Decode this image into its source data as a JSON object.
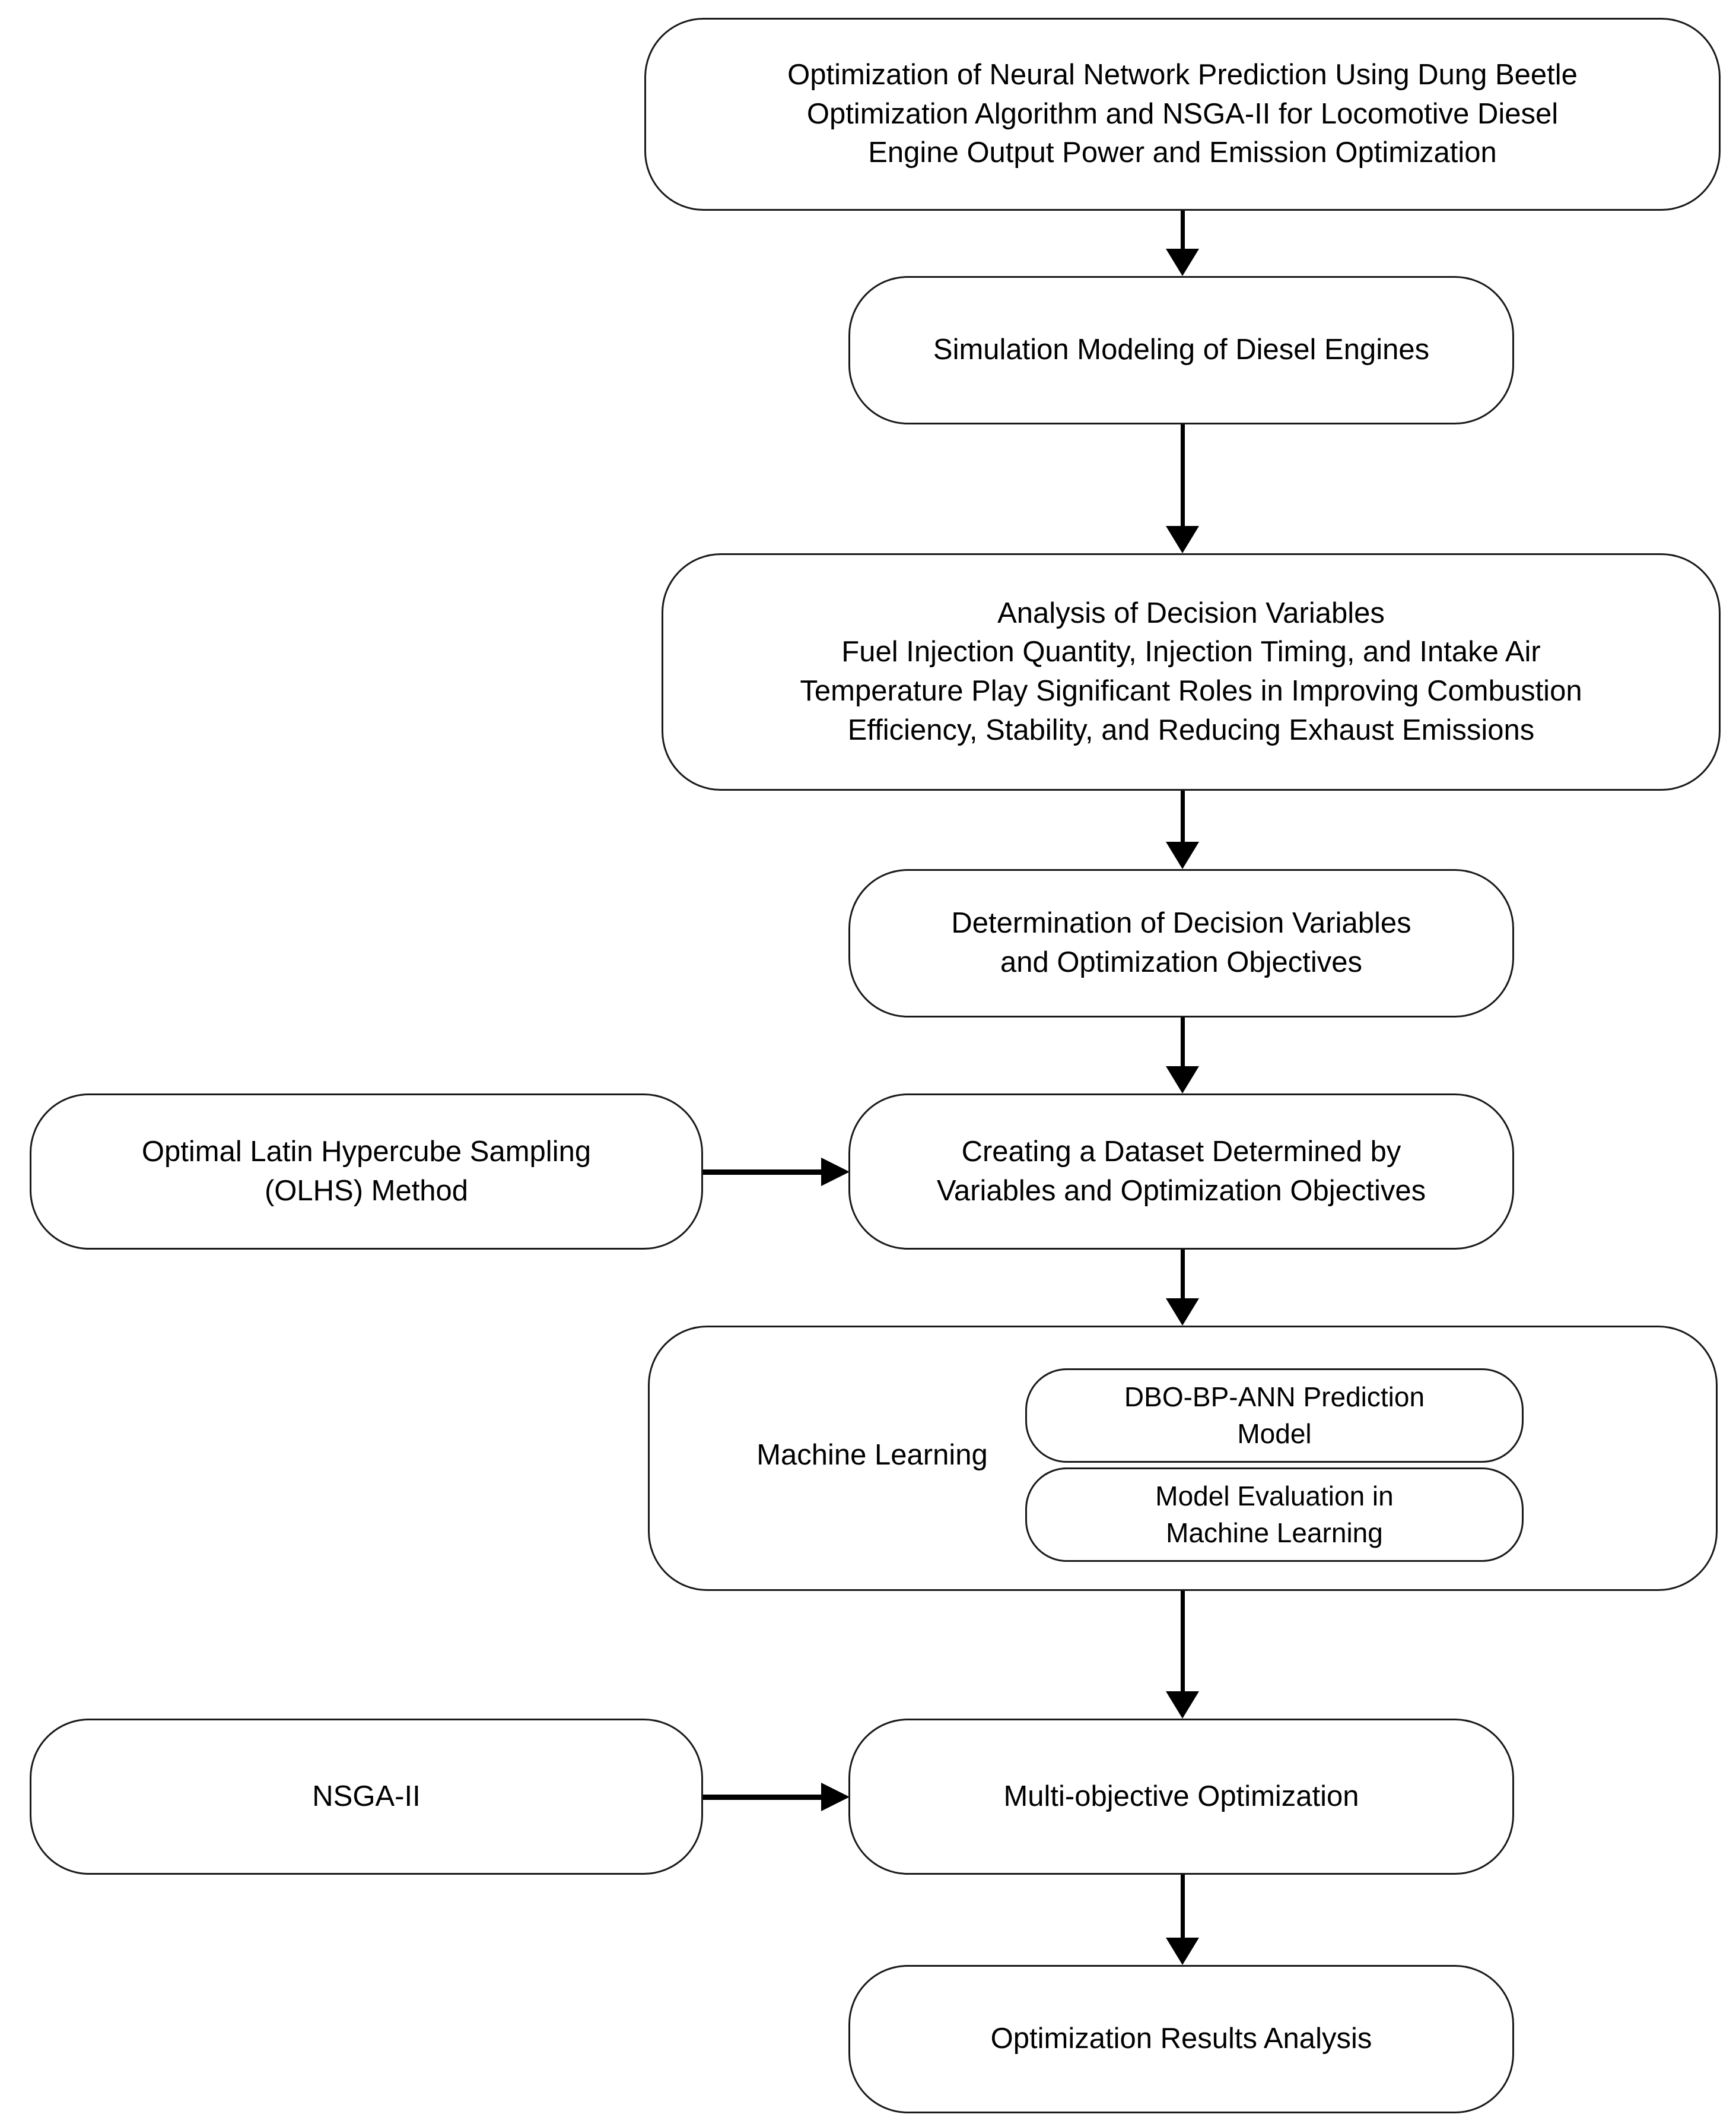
{
  "diagram": {
    "title_node": {
      "label": "Optimization of Neural Network Prediction Using Dung Beetle\nOptimization Algorithm and NSGA-II for Locomotive Diesel\nEngine Output Power and Emission Optimization"
    },
    "nodes": [
      {
        "id": "simulation-modeling",
        "label": "Simulation Modeling of Diesel Engines"
      },
      {
        "id": "analysis-decision-variables",
        "label": "Analysis of Decision Variables\nFuel Injection Quantity, Injection Timing, and Intake Air\nTemperature Play Significant Roles in Improving Combustion\nEfficiency, Stability, and Reducing Exhaust Emissions"
      },
      {
        "id": "determination-decision-variables",
        "label": "Determination of Decision Variables\nand Optimization Objectives"
      },
      {
        "id": "olhs-method",
        "label": "Optimal Latin Hypercube Sampling\n(OLHS) Method"
      },
      {
        "id": "creating-dataset",
        "label": "Creating a Dataset Determined by\nVariables and Optimization Objectives"
      },
      {
        "id": "machine-learning",
        "label": "Machine Learning"
      },
      {
        "id": "dbo-bp-ann",
        "label": "DBO-BP-ANN Prediction\nModel"
      },
      {
        "id": "model-evaluation",
        "label": "Model Evaluation in\nMachine Learning"
      },
      {
        "id": "nsga-ii",
        "label": "NSGA-II"
      },
      {
        "id": "multi-objective-optimization",
        "label": "Multi-objective Optimization"
      },
      {
        "id": "optimization-results",
        "label": "Optimization Results Analysis"
      }
    ],
    "edges": [
      {
        "from": "title-node",
        "to": "simulation-modeling",
        "direction": "down"
      },
      {
        "from": "simulation-modeling",
        "to": "analysis-decision-variables",
        "direction": "down"
      },
      {
        "from": "analysis-decision-variables",
        "to": "determination-decision-variables",
        "direction": "down"
      },
      {
        "from": "determination-decision-variables",
        "to": "creating-dataset",
        "direction": "down"
      },
      {
        "from": "olhs-method",
        "to": "creating-dataset",
        "direction": "right"
      },
      {
        "from": "creating-dataset",
        "to": "machine-learning",
        "direction": "down"
      },
      {
        "from": "machine-learning",
        "to": "multi-objective-optimization",
        "direction": "down"
      },
      {
        "from": "nsga-ii",
        "to": "multi-objective-optimization",
        "direction": "right"
      },
      {
        "from": "multi-objective-optimization",
        "to": "optimization-results",
        "direction": "down"
      }
    ],
    "style": {
      "node_border_color": "#1a1a1a",
      "node_fill_color": "#ffffff",
      "text_color": "#000000",
      "arrow_color": "#000000",
      "background_color": "#ffffff"
    }
  }
}
